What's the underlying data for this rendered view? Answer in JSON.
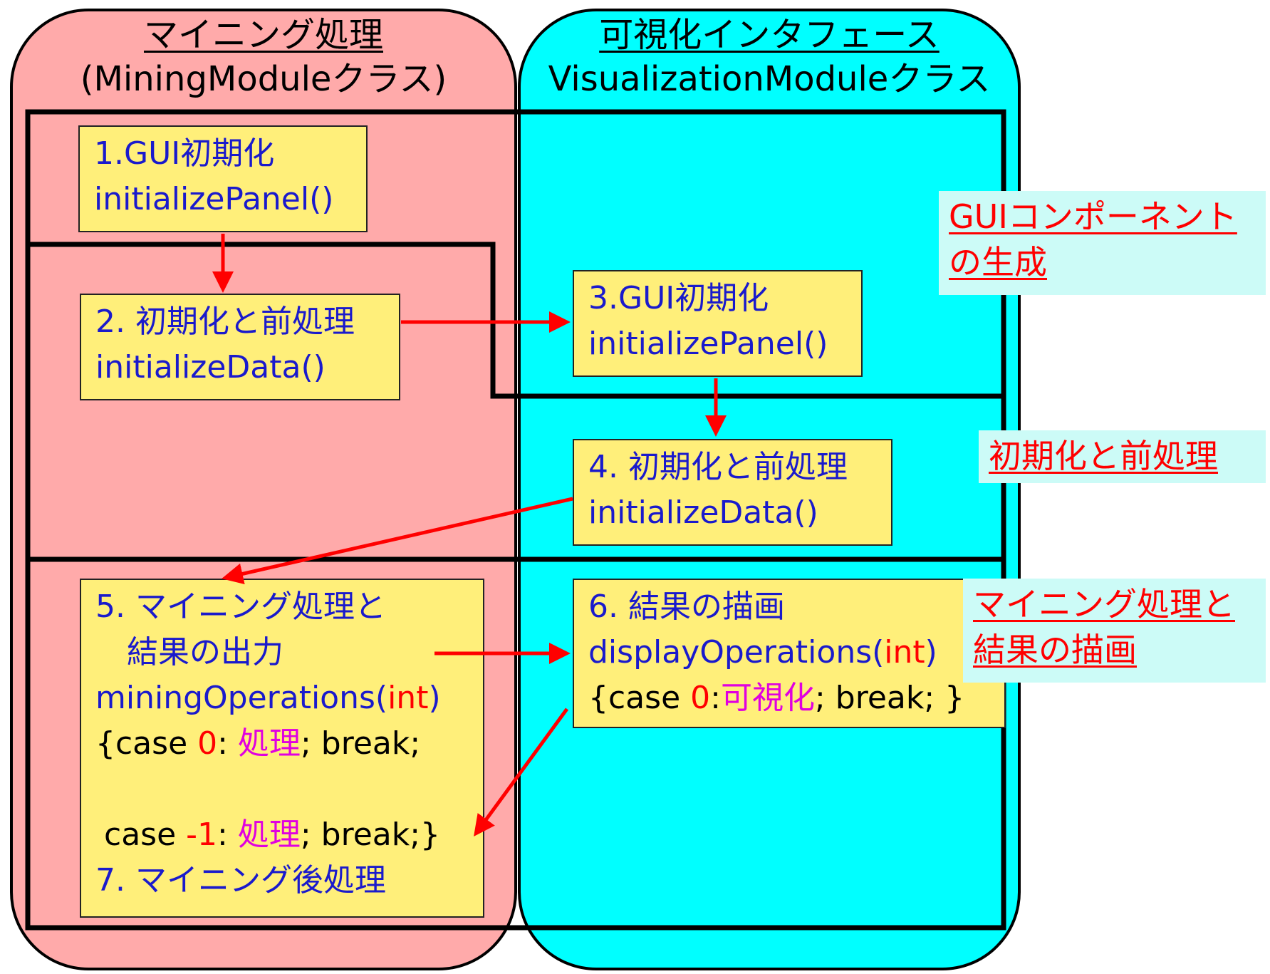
{
  "lanes": {
    "mining": {
      "title": "マイニング処理",
      "subtitle": "(MiningModuleクラス)",
      "fill": "#ffaaaa"
    },
    "visual": {
      "title": "可視化インタフェース",
      "subtitle": "VisualizationModuleクラス",
      "fill": "#00ffff"
    }
  },
  "boxes": {
    "b1": {
      "line1": "1.GUI初期化",
      "line2": "initializePanel()"
    },
    "b2": {
      "line1": "2. 初期化と前処理",
      "line2": "initializeData()"
    },
    "b3": {
      "line1": "3.GUI初期化",
      "line2": "initializePanel()"
    },
    "b4": {
      "line1": "4. 初期化と前処理",
      "line2": "initializeData()"
    },
    "b5": {
      "line1": "5. マイニング処理と",
      "line2": "結果の出力",
      "line3": "miningOperations(",
      "line3_arg": "int",
      "line3_end": ")",
      "case0_open": "{case ",
      "case0_num": "0",
      "case0_colon": ": ",
      "case0_proc": "処理",
      "case0_end": "; break;",
      "case1_open": "case ",
      "case1_num": "-1",
      "case1_colon": ": ",
      "case1_proc": "処理",
      "case1_end": "; break;}",
      "line_last": "7. マイニング後処理"
    },
    "b6": {
      "line1": "6. 結果の描画",
      "line2": "displayOperations(",
      "line2_arg": "int",
      "line2_end": ")",
      "case_open": "{case ",
      "case_num": "0",
      "case_colon": ":",
      "case_proc": "可視化",
      "case_end": "; break; }"
    }
  },
  "notes": {
    "n1": {
      "line1": "GUIコンポーネント",
      "line2": "の生成"
    },
    "n2": {
      "line1": "初期化と前処理"
    },
    "n3": {
      "line1": "マイニング処理と",
      "line2": "結果の描画"
    }
  },
  "colors": {
    "box_fill": "#ffef7a",
    "box_text": "#1a1acc",
    "arrow": "#ff0000",
    "note_fill": "#ccfbf7",
    "note_text": "#ff0000"
  }
}
